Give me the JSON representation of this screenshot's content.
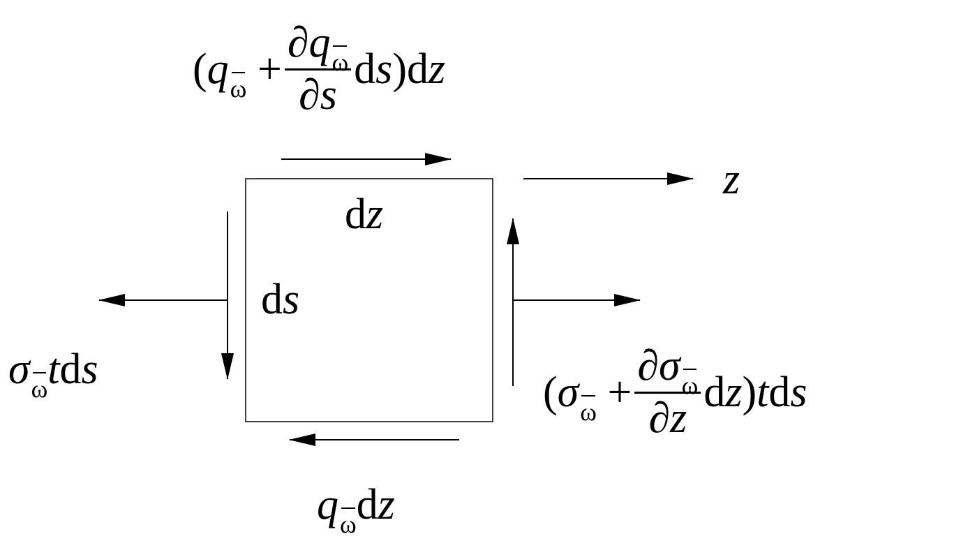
{
  "labels": {
    "top_flow": {
      "open": "(",
      "q": "q",
      "sub": "ω",
      "plus": "+",
      "num_partial": "∂",
      "num_q": "q",
      "num_sub": "ω",
      "den_partial": "∂",
      "den_s": "s",
      "ds_d": "d",
      "ds_s": "s",
      "close": ")",
      "dz_d": "d",
      "dz_z": "z"
    },
    "z_axis": "z",
    "dz_d": "d",
    "dz_z": "z",
    "ds_d": "d",
    "ds_s": "s",
    "left_force": {
      "sigma": "σ",
      "sub": "ω",
      "t": "t",
      "d": "d",
      "s": "s"
    },
    "right_force": {
      "open": "(",
      "sigma": "σ",
      "sub": "ω",
      "plus": "+",
      "num_partial": "∂",
      "num_sigma": "σ",
      "num_sub": "ω",
      "den_partial": "∂",
      "den_z": "z",
      "dz_d": "d",
      "dz_z": "z",
      "close": ")",
      "t": "t",
      "d": "d",
      "s": "s"
    },
    "bottom_flow": {
      "q": "q",
      "sub": "ω",
      "d": "d",
      "z": "z"
    }
  }
}
